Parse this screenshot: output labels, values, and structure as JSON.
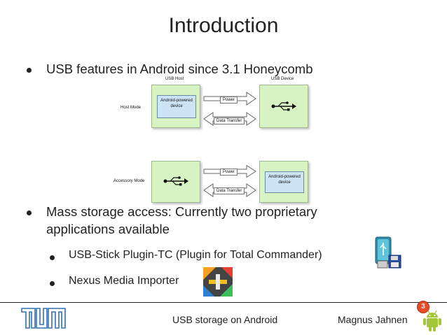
{
  "slide": {
    "title": "Introduction",
    "bullets": [
      "USB features in Android since 3.1 Honeycomb",
      "Mass storage access: Currently two proprietary",
      "applications available"
    ],
    "sub_bullets": [
      "USB-Stick Plugin-TC (Plugin for Total Commander)",
      "Nexus Media Importer"
    ]
  },
  "diagram": {
    "col_host": "USB Host",
    "col_device": "USB Device",
    "host_mode_label": "Host Mode",
    "accessory_mode_label": "Accessory Mode",
    "android_device_line1": "Android-powered",
    "android_device_line2": "device",
    "power_label": "Power",
    "data_transfer_label": "Data Transfer"
  },
  "footer": {
    "center": "USB storage on Android",
    "author": "Magnus Jahnen",
    "page_number": "3"
  },
  "icons": {
    "tum_logo": "tum-logo-icon",
    "android": "android-robot-icon",
    "usb": "usb-symbol-icon"
  },
  "colors": {
    "green_box": "#d7f2c3",
    "blue_box": "#cde4f6",
    "badge": "#e84a2a",
    "android_green": "#a4c639",
    "tum_blue": "#3070b3"
  }
}
